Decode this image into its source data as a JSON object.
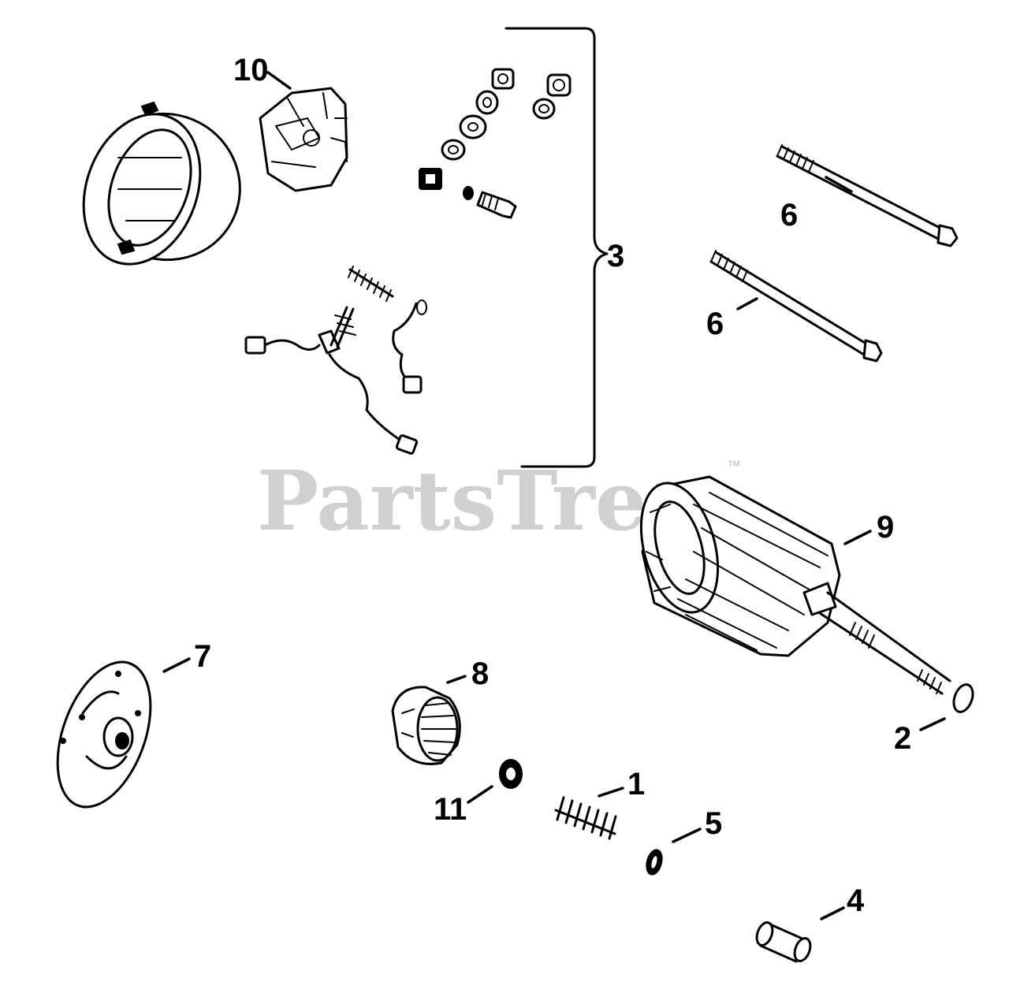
{
  "watermark": {
    "text": "PartsTree",
    "trademark": "™"
  },
  "callouts": {
    "c1": "1",
    "c2": "2",
    "c3": "3",
    "c4": "4",
    "c5": "5",
    "c6a": "6",
    "c6b": "6",
    "c7": "7",
    "c8": "8",
    "c9": "9",
    "c10": "10",
    "c11": "11"
  }
}
